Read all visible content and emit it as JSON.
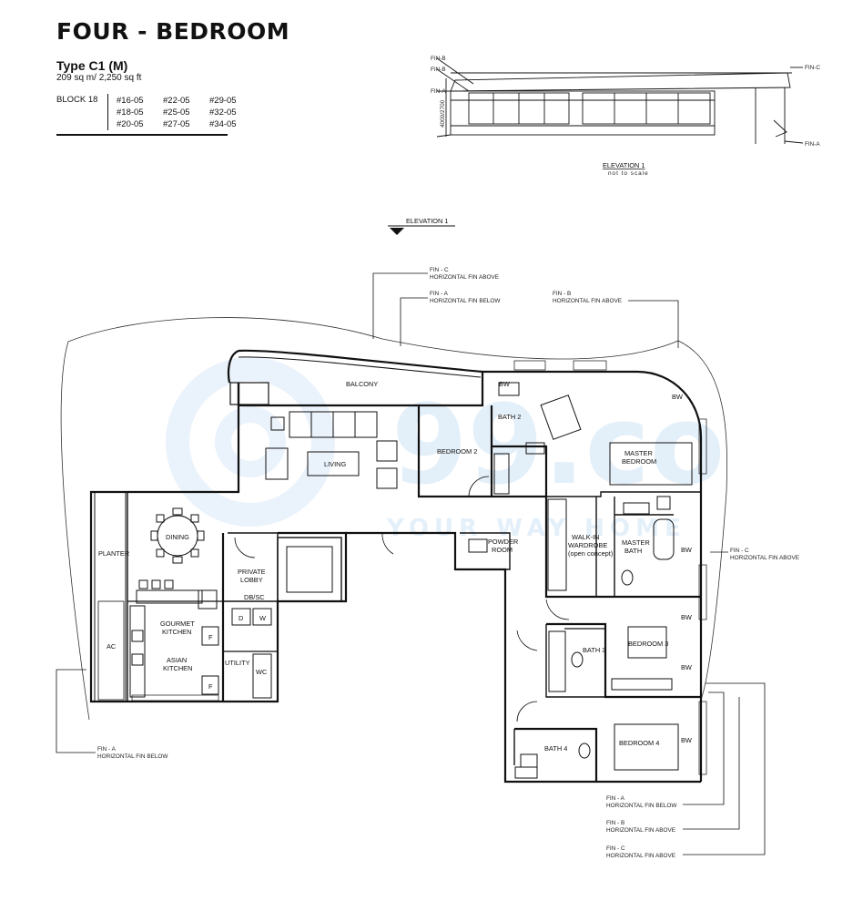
{
  "header": {
    "title": "FOUR - BEDROOM",
    "type": "Type C1 (M)",
    "area": "209 sq m/ 2,250 sq ft",
    "block": "BLOCK 18",
    "units": [
      "#16-05",
      "#22-05",
      "#29-05",
      "#18-05",
      "#25-05",
      "#32-05",
      "#20-05",
      "#27-05",
      "#34-05"
    ]
  },
  "elevation": {
    "title": "ELEVATION 1",
    "subtitle": "not to scale",
    "fin_tags": [
      "FIN-B",
      "FIN-B",
      "FIN-A",
      "FIN-C",
      "FIN-A"
    ],
    "dim": "4000/2700"
  },
  "plan": {
    "elevation_marker": "ELEVATION 1",
    "rooms": {
      "balcony": "BALCONY",
      "living": "LIVING",
      "dining": "DINING",
      "planter": "PLANTER",
      "ac": "AC",
      "gourmet_kitchen": [
        "GOURMET",
        "KITCHEN"
      ],
      "asian_kitchen": [
        "ASIAN",
        "KITCHEN"
      ],
      "private_lobby": [
        "PRIVATE",
        "LOBBY"
      ],
      "db_sc": "DB/SC",
      "utility": "UTILITY",
      "wc": "WC",
      "d": "D",
      "w": "W",
      "f": "F",
      "bedroom2": "BEDROOM 2",
      "bath2": "BATH 2",
      "master_bedroom": [
        "MASTER",
        "BEDROOM"
      ],
      "walk_in": [
        "WALK-IN",
        "WARDROBE",
        "(open concept)"
      ],
      "master_bath": [
        "MASTER",
        "BATH"
      ],
      "powder_room": [
        "POWDER",
        "ROOM"
      ],
      "bedroom3": "BEDROOM 3",
      "bath3": "BATH 3",
      "bedroom4": "BEDROOM 4",
      "bath4": "BATH 4",
      "bw": "BW"
    },
    "fin_notes": {
      "c_top": [
        "FIN - C",
        "HORIZONTAL FIN ABOVE"
      ],
      "a_top": [
        "FIN - A",
        "HORIZONTAL FIN BELOW"
      ],
      "b_top": [
        "FIN - B",
        "HORIZONTAL FIN ABOVE"
      ],
      "c_right": [
        "FIN - C",
        "HORIZONTAL FIN ABOVE"
      ],
      "a_left": [
        "FIN - A",
        "HORIZONTAL FIN BELOW"
      ],
      "a_bottom": [
        "FIN - A",
        "HORIZONTAL FIN BELOW"
      ],
      "b_bottom": [
        "FIN - B",
        "HORIZONTAL FIN ABOVE"
      ],
      "c_bottom": [
        "FIN - C",
        "HORIZONTAL FIN ABOVE"
      ]
    }
  },
  "watermark": {
    "brand": "99.co",
    "tagline": "YOUR WAY HOME"
  }
}
